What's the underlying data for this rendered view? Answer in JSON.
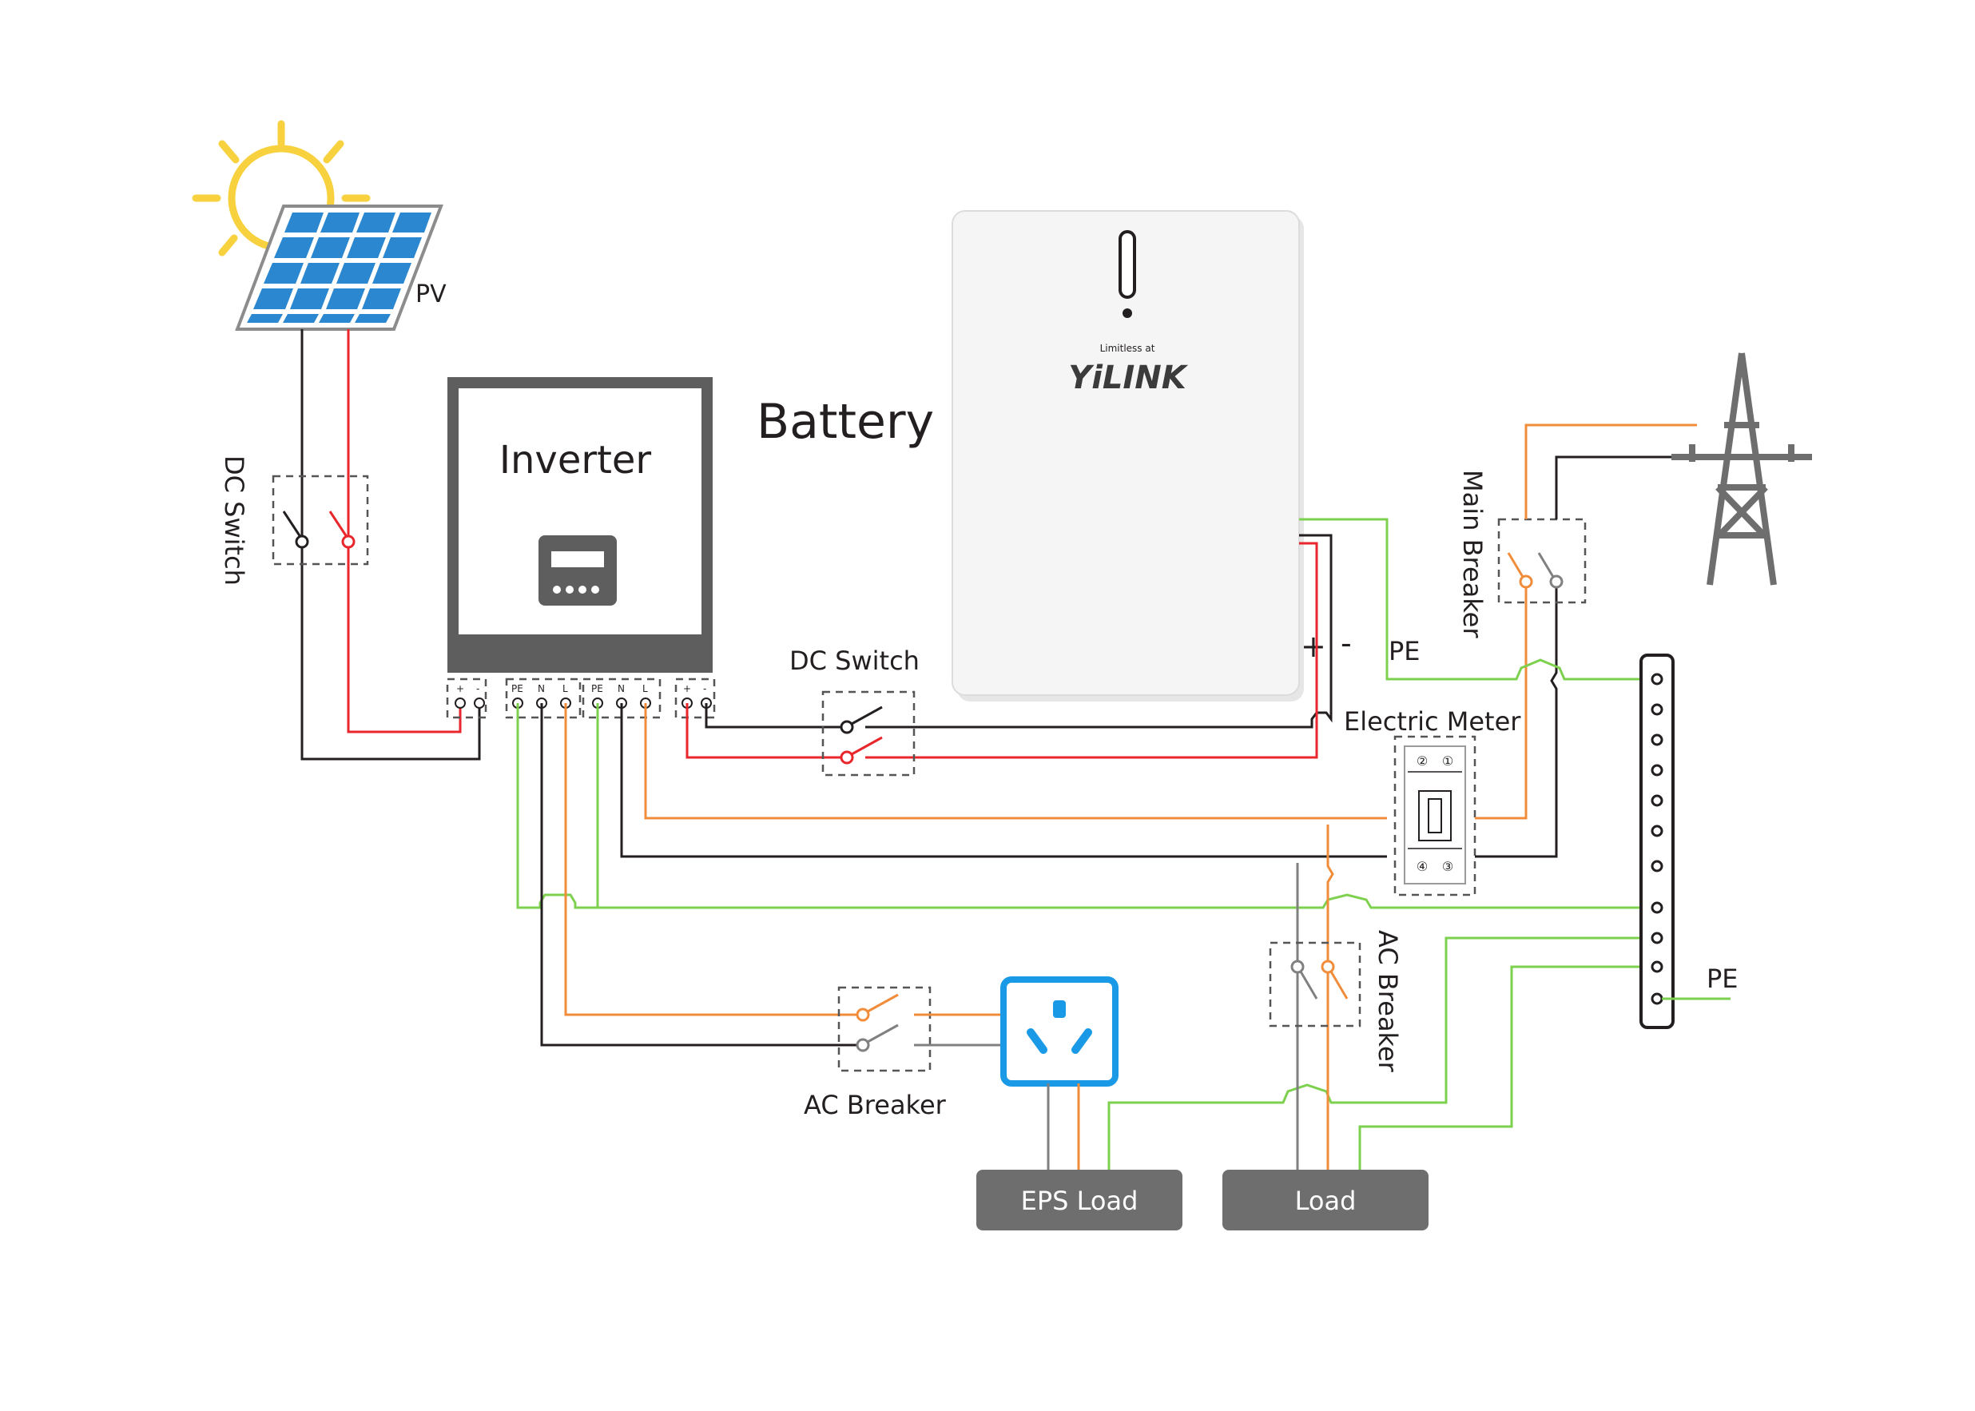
{
  "labels": {
    "pv": "PV",
    "dc_switch_pv": "DC Switch",
    "inverter": "Inverter",
    "battery": "Battery",
    "dc_switch_battery": "DC Switch",
    "battery_plus": "+",
    "battery_minus": "-",
    "pe_battery": "PE",
    "electric_meter": "Electric Meter",
    "main_breaker": "Main Breaker",
    "ac_breaker_eps": "AC Breaker",
    "ac_breaker_load": "AC Breaker",
    "pe_bar": "PE",
    "eps_load": "EPS Load",
    "load": "Load"
  },
  "battery_brand": {
    "tagline": "Limitless at",
    "name": "YiLINK"
  },
  "inverter_terminals": {
    "pv_plus": "+",
    "pv_minus": "-",
    "grid_pe": "PE",
    "grid_n": "N",
    "grid_l": "L",
    "eps_pe": "PE",
    "eps_n": "N",
    "eps_l": "L",
    "bat_plus": "+",
    "bat_minus": "-"
  },
  "meter_terminals": [
    "②",
    "①",
    "④",
    "③"
  ],
  "colors": {
    "line": "#f08c3a",
    "neutral": "#231f20",
    "ground": "#7ed04f",
    "positive": "#e8262b",
    "grey_wire": "#808080",
    "panel_blue": "#2a87d0",
    "sun": "#f7d13e",
    "inverter_body": "#5e5e5e",
    "load_box": "#6e6e6e",
    "socket": "#1a9ae6"
  },
  "icons": [
    "sun-icon",
    "solar-panel-icon",
    "transmission-tower-icon",
    "socket-icon",
    "meter-icon",
    "switch-icon"
  ]
}
